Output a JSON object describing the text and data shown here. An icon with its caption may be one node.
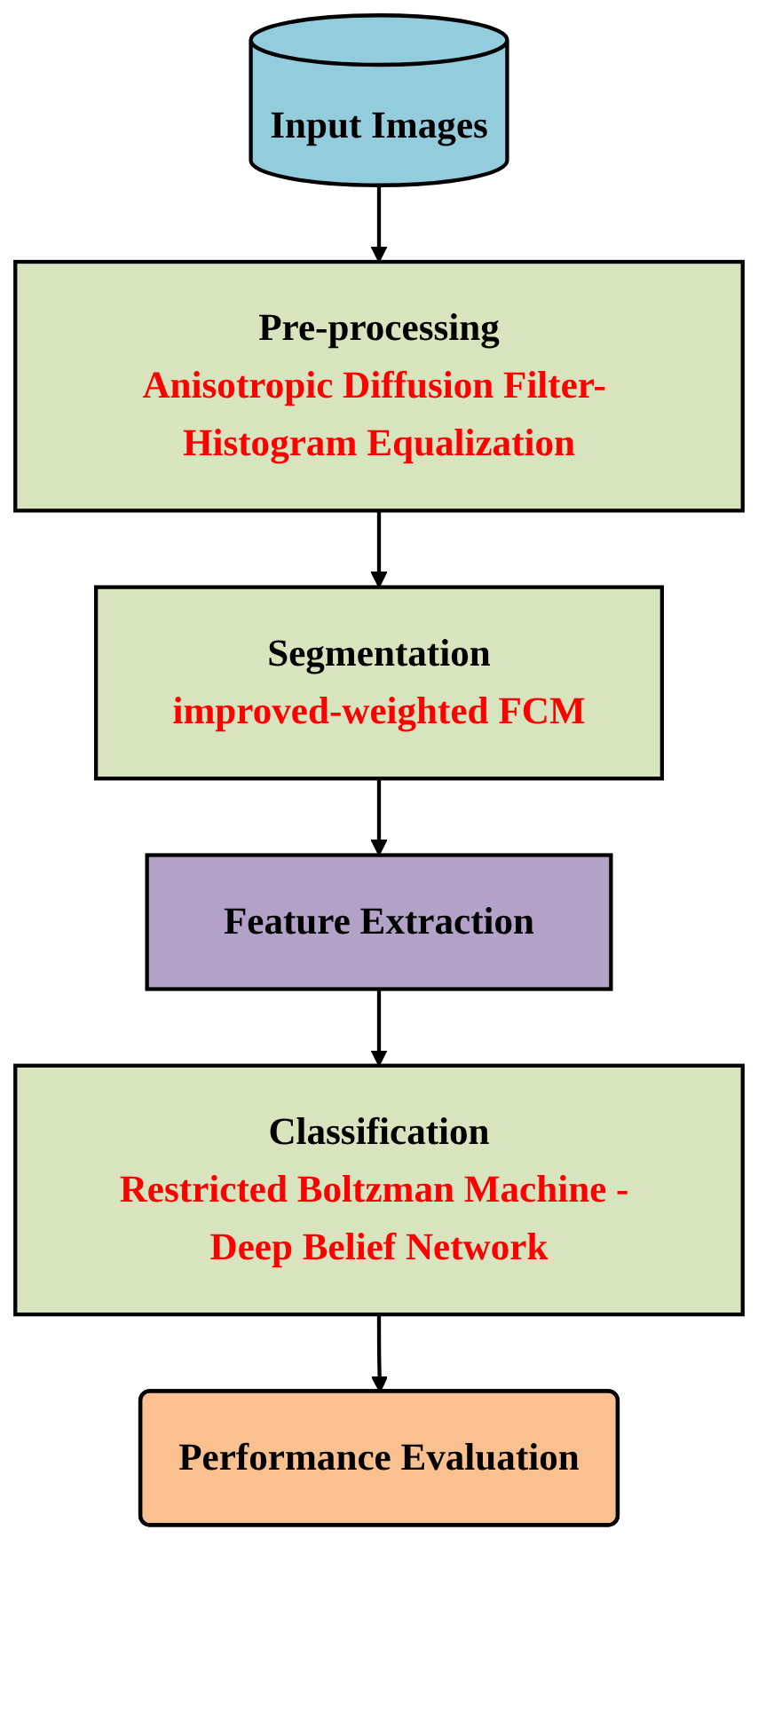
{
  "diagram": {
    "nodes": [
      {
        "text": [
          "Input Images"
        ]
      },
      {
        "text": [
          "Pre-processing",
          "Anisotropic Diffusion Filter- Histogram Equalization"
        ]
      },
      {
        "text": [
          "Segmentation",
          "improved-weighted FCM"
        ]
      },
      {
        "text": [
          "Feature Extraction"
        ]
      },
      {
        "text": [
          "Classification",
          "Restricted Boltzman Machine - Deep Belief Network"
        ]
      },
      {
        "text": [
          "Performance Evaluation"
        ]
      }
    ],
    "edges": [
      {
        "from": 0,
        "to": 1,
        "arrow": "to"
      },
      {
        "from": 1,
        "to": 2,
        "arrow": "to"
      },
      {
        "from": 2,
        "to": 3,
        "arrow": "to"
      },
      {
        "from": 3,
        "to": 4,
        "arrow": "to"
      },
      {
        "from": 4,
        "to": 5,
        "arrow": "to"
      }
    ]
  }
}
